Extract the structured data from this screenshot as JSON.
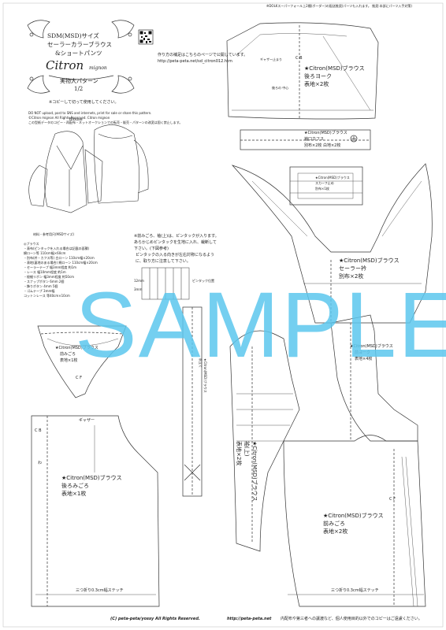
{
  "header": {
    "top_note": "※DOLKスーパーフォール上2種(ボーダー)の配送推奨(パーツも入れます。 推奨:本部にパーツ入手対策)",
    "title_line1": "SDM(MSD)サイズ",
    "title_line2": "セーラーカラーブラウス",
    "title_line3": "&ショートパンツ",
    "brand": "Citron",
    "brand_sub": "mignon",
    "pattern_label": "実物大パターン",
    "page_no": "1/2",
    "url_note": "作り方の補足はこちらのページで公開しています。",
    "url": "http://peta-peta.net/sd_citron012.htm",
    "print_note": "※コピーして切って使用してください。",
    "disclaimer1": "DO NOT upload, post to SNS and internets, print for sale or share this pattern.",
    "disclaimer2": "©Citron mignon All Rights Reserved. Citron mignon",
    "disclaimer3": "この型紙データのコピー・再配布・ネットオークションでの転売・販売・パターンの改変は固く禁止します。"
  },
  "illustration": {
    "caption": "Blouse"
  },
  "materials": {
    "heading": "材料・参考用尺(MSDサイズ)",
    "items": [
      "◎ブラウス",
      "・表布(ピンタックを入れる場合は記載の面積)",
      "綿ローン等 110cm幅×60cm",
      "・別布(衿・カフス等) 白ローン 110cm幅×20cm",
      "・表地(裏地のある場合) 綿ローン 110cm幅×20cm",
      "・セーラーテープ 幅3mm程度 約1m",
      "・レース 幅10mm程度 約1m",
      "・極細リボン 幅3mm程度 約50cm",
      "・スナップボタン 6mm 2個",
      "・飾りボタン 4mm 5個",
      "・ゴムテープ 3mm幅",
      "コットンレース 等40cm×10cm"
    ]
  },
  "pintuck_note": {
    "line1": "※前みごろ、袖(上)は、ピンタックが入ります。",
    "line2": "あらかじめピンタックを生地に入れ、裁断して",
    "line3": "下さい。(下図参考)",
    "line4": "ピンタックの入る向きが左右対称になるよう",
    "line5": "に、取り方に注意して下さい。",
    "dim1": "12mm",
    "dim2": "3mm",
    "dim3": "ピンタック位置"
  },
  "pieces": {
    "back_yoke": {
      "title": "★Citron(MSD)ブラウス",
      "name": "後ろヨーク",
      "qty": "表地×2枚",
      "cb": "C B",
      "label_a": "ギャザー止まり",
      "label_b": "後ろの 中心"
    },
    "cuff": {
      "title": "★Citron(MSD)ブラウス",
      "name": "袖口カフス",
      "qty": "別布×2枚 白地×2枚"
    },
    "scarf": {
      "title": "★Citron(MSD)ブラウス",
      "name": "スカーフ止め",
      "qty": "別布×1枚"
    },
    "sailor": {
      "title": "★Citron(MSD)ブラウス",
      "name": "セーラー衿",
      "qty": "別布×2枚"
    },
    "front_yoke": {
      "title": "★Citron(MSD)ブラウス",
      "name": "前ヨーク",
      "qty": "表地×4枚"
    },
    "underwear": {
      "title": "★Citron(MSD)ブラウス",
      "name": "前みごろ",
      "qty": "表地×1枚",
      "cf": "C F"
    },
    "back_body": {
      "title": "★Citron(MSD)ブラウス",
      "name": "後ろみごろ",
      "qty": "表地×1枚",
      "cb": "C B",
      "gather": "ギャザー",
      "stitch": "三つ折り0.3cm幅ステッチ",
      "wa": "わ"
    },
    "sleeve": {
      "title": "★Citron(MSD)ブラウス",
      "name": "袖(上)",
      "qty": "表地×2枚"
    },
    "front_body": {
      "title": "★Citron(MSD)ブラウス",
      "name": "前みごろ",
      "qty": "表地×2枚",
      "cf": "C F",
      "stitch": "三つ折り0.3cm幅ステッチ"
    },
    "strip": {
      "title": "★Citron(MSD)ブラウス",
      "name": "前立て"
    }
  },
  "watermark": "SAMPLE",
  "footer": {
    "copyright": "(C) peta-peta/yossy All Rights Reserved.",
    "url": "http://peta-peta.net",
    "note": "内配布や第三者への譲渡など、個人使用目的以外でのコピーはご遠慮ください。"
  }
}
